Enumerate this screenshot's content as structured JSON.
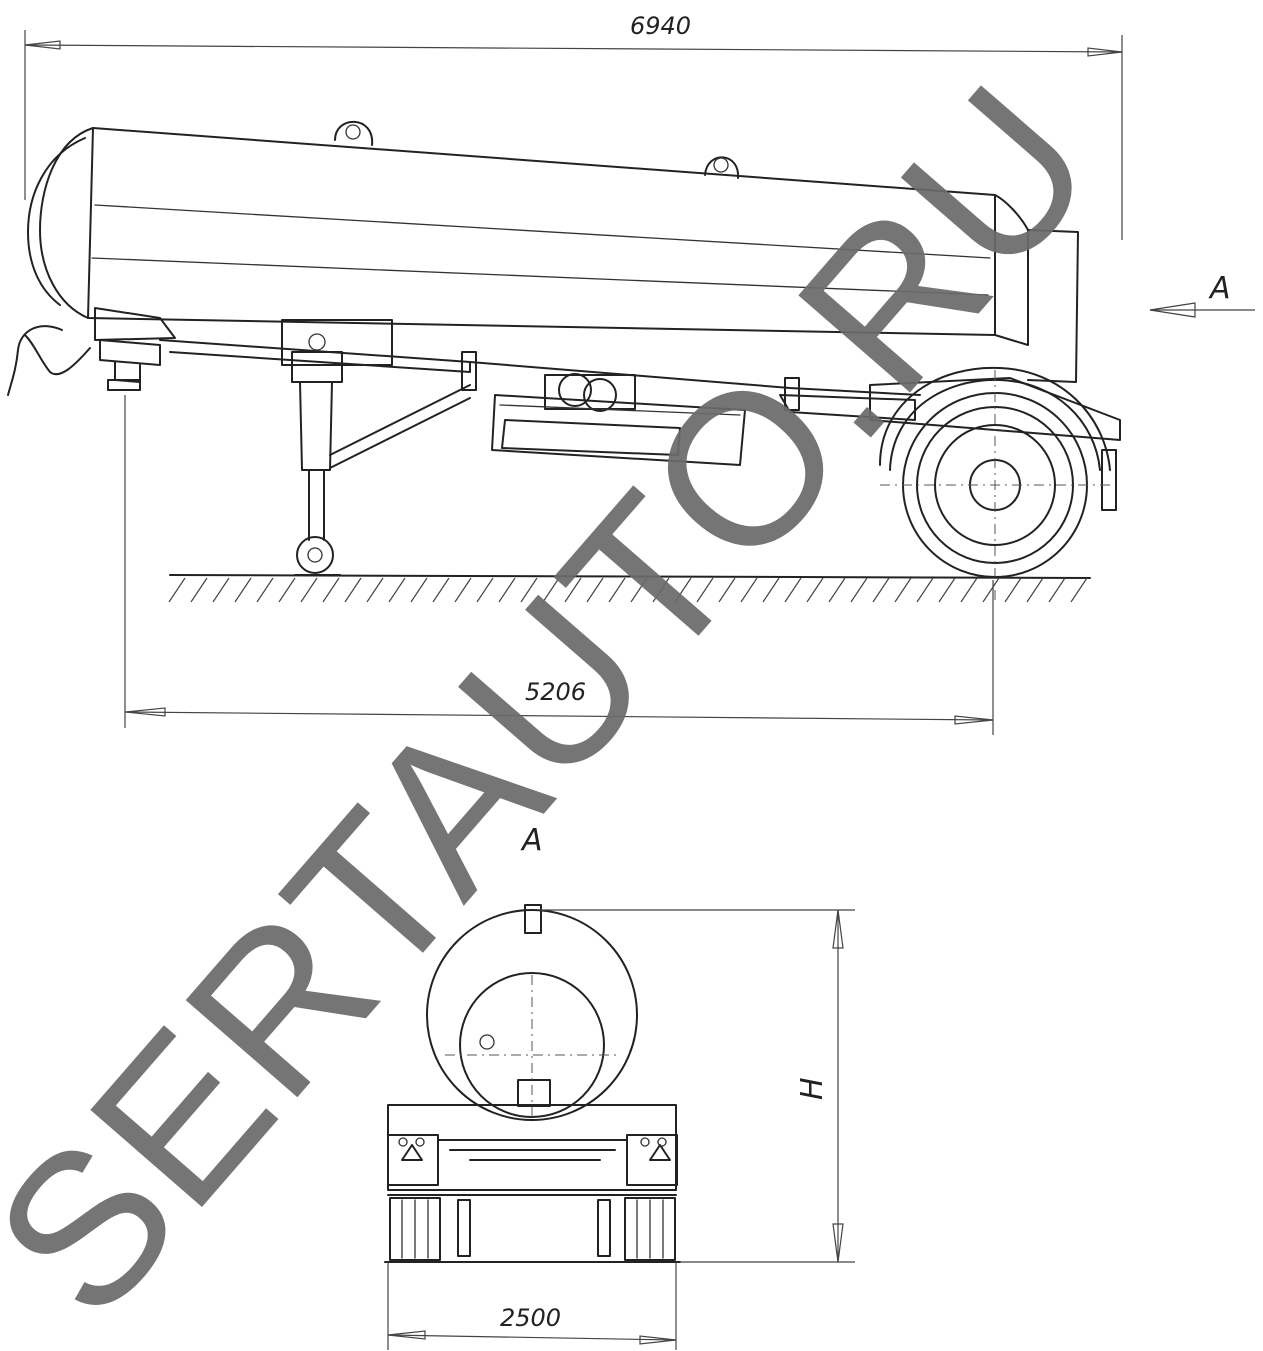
{
  "drawing": {
    "side_view": {
      "overall_length_label": "6940",
      "wheelbase_label": "5206",
      "view_marker": "A"
    },
    "rear_view": {
      "view_label": "A",
      "width_label": "2500",
      "height_label": "H"
    },
    "watermark": "SERTAUTO.RU"
  }
}
